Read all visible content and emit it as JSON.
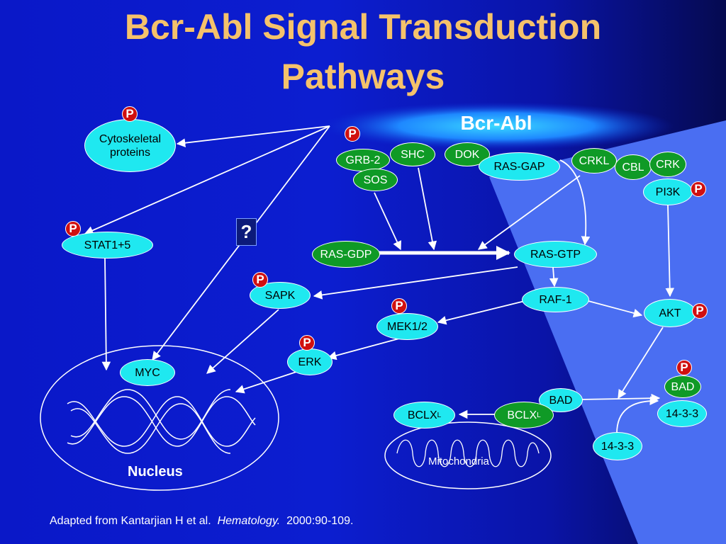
{
  "title": {
    "line1": "Bcr-Abl Signal Transduction",
    "line2": "Pathways"
  },
  "phospho_label": "P",
  "question_label": "?",
  "bcr_abl": "Bcr-Abl",
  "nodes": {
    "cytoskeletal": {
      "line1": "Cytoskeletal",
      "line2": "proteins"
    },
    "stat": "STAT1+5",
    "grb2": "GRB-2",
    "sos": "SOS",
    "shc": "SHC",
    "dok": "DOK",
    "rasgap": "RAS-GAP",
    "crkl": "CRKL",
    "cbl": "CBL",
    "crk": "CRK",
    "pi3k": "PI3K",
    "rasgdp": "RAS-GDP",
    "rasgtp": "RAS-GTP",
    "sapk": "SAPK",
    "raf1": "RAF-1",
    "mek": "MEK1/2",
    "akt": "AKT",
    "erk": "ERK",
    "myc": "MYC",
    "bad_green": "BAD",
    "bad": "BAD",
    "bclxl_green": {
      "main": "BCLX",
      "sub": "L"
    },
    "bclxl": {
      "main": "BCLX",
      "sub": "L"
    },
    "p1433_a": "14-3-3",
    "p1433_b": "14-3-3"
  },
  "nucleus_label": "Nucleus",
  "mitochondria_label": "Mitochondria",
  "citation": {
    "prefix": "Adapted from Kantarjian H et al.",
    "journal": "Hematology.",
    "suffix": "2000:90-109."
  }
}
